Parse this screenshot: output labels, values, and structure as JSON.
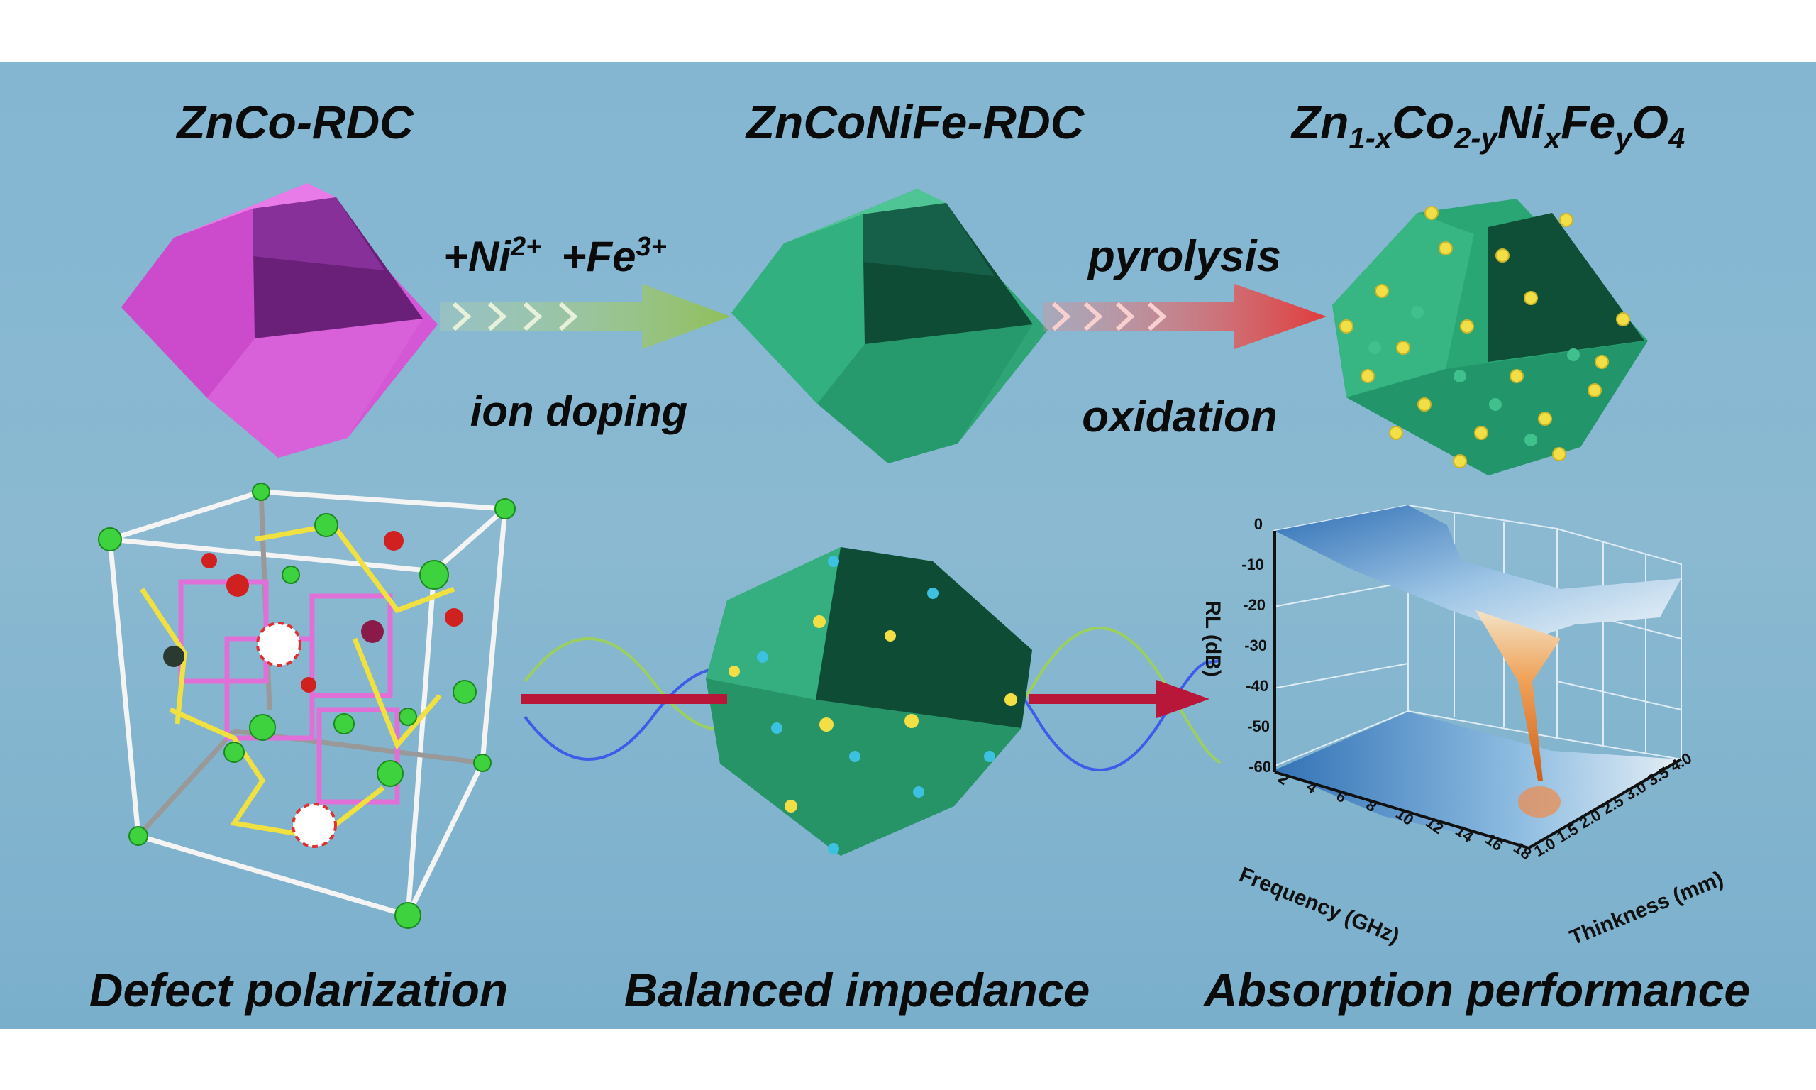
{
  "titles": {
    "precursor": "ZnCo-RDC",
    "doped": "ZnCoNiFe-RDC",
    "product": {
      "zn": "Zn",
      "s1": "1-x",
      "co": "Co",
      "s2": "2-y",
      "ni": "Ni",
      "s3": "x",
      "fe": "Fe",
      "s4": "y",
      "o": "O",
      "s5": "4"
    }
  },
  "step1": {
    "ni": "+Ni",
    "ni_charge": "2+",
    "fe": "+Fe",
    "fe_charge": "3+",
    "label": "ion doping"
  },
  "step2": {
    "top": "pyrolysis",
    "bottom": "oxidation"
  },
  "captions": {
    "left": "Defect polarization",
    "middle": "Balanced impedance",
    "right": "Absorption performance"
  },
  "colors": {
    "background": "#7fb2cf",
    "precursor": "#d957d9",
    "doped": "#2fa878",
    "arrow1": "#9cc46a",
    "arrow2": "#e04848",
    "dot": "#f3e04a"
  },
  "chart_data": {
    "type": "surface3d",
    "zlabel": "RL (dB)",
    "xlabel": "Frequency (GHz)",
    "ylabel": "Thinkness (mm)",
    "z_ticks": [
      "0",
      "-10",
      "-20",
      "-30",
      "-40",
      "-50",
      "-60"
    ],
    "x_ticks": [
      "2",
      "4",
      "6",
      "8",
      "10",
      "12",
      "14",
      "16",
      "18"
    ],
    "y_ticks": [
      "1.0",
      "1.5",
      "2.0",
      "2.5",
      "3.0",
      "3.5",
      "4.0"
    ],
    "zlim": [
      -60,
      0
    ],
    "xlim": [
      2,
      18
    ],
    "ylim": [
      1.0,
      4.0
    ],
    "minimum_RL_approx": -57
  }
}
